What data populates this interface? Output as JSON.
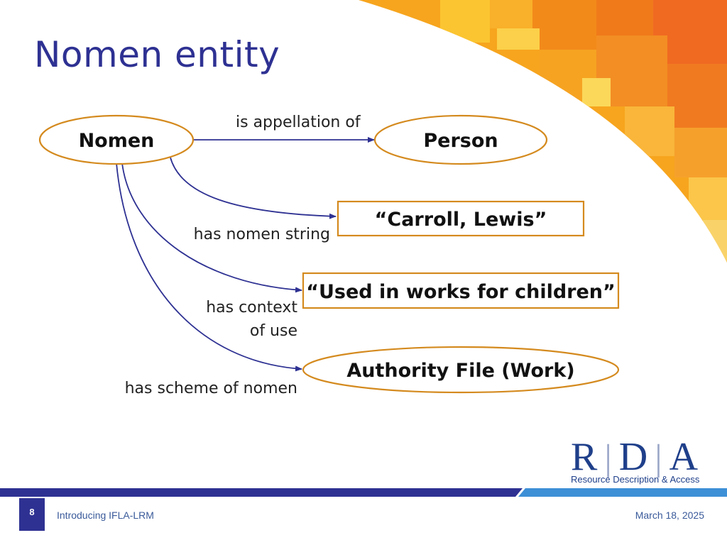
{
  "slide": {
    "title": "Nomen entity",
    "page_number": "8",
    "footer_text": "Introducing IFLA-LRM",
    "date": "March 18, 2025"
  },
  "diagram": {
    "nodes": {
      "nomen": "Nomen",
      "person": "Person",
      "nomen_string": "“Carroll, Lewis”",
      "context_of_use": "“Used in works for children”",
      "scheme": "Authority File (Work)"
    },
    "edges": {
      "appellation": "is appellation of",
      "nomen_string": "has nomen string",
      "context_line1": "has context",
      "context_line2": "of use",
      "scheme": "has scheme of nomen"
    }
  },
  "logo": {
    "letters": [
      "R",
      "D",
      "A"
    ],
    "tagline": "Resource Description & Access"
  },
  "colors": {
    "title": "#2e3192",
    "node_border": "#d48a1e",
    "edge": "#2e3192",
    "footer_bar": "#2e3192",
    "accent_orange": "#f39a1e"
  }
}
